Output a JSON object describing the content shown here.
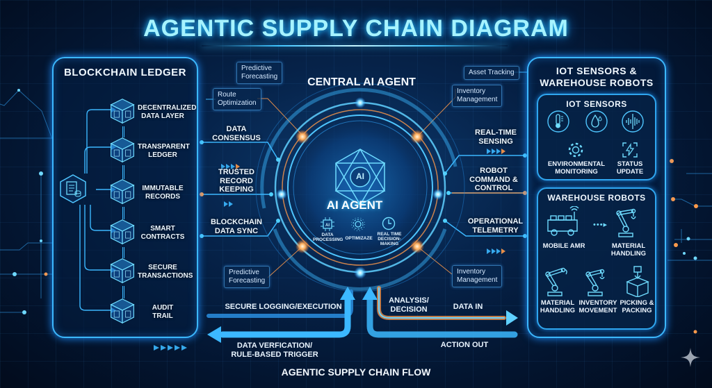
{
  "title": "AGENTIC SUPPLY CHAIN DIAGRAM",
  "colors": {
    "background": "#031530",
    "accent_cyan": "#3cb8ff",
    "accent_orange": "#ff9a4a",
    "title_glow": "#a6f3ff"
  },
  "blockchain": {
    "title": "BLOCKCHAIN LEDGER",
    "source_icon": "document-database-icon",
    "items": [
      {
        "label_1": "DECENTRALIZED",
        "label_2": "DATA LAYER",
        "icon": "cube-icon"
      },
      {
        "label_1": "TRANSPARENT",
        "label_2": "LEDGER",
        "icon": "cube-icon"
      },
      {
        "label_1": "IMMUTABLE",
        "label_2": "RECORDS",
        "icon": "cube-icon"
      },
      {
        "label_1": "SMART",
        "label_2": "CONTRACTS",
        "icon": "cube-icon"
      },
      {
        "label_1": "SECURE",
        "label_2": "TRANSACTIONS",
        "icon": "cube-icon"
      },
      {
        "label_1": "AUDIT",
        "label_2": "TRAIL",
        "icon": "cube-icon"
      }
    ]
  },
  "left_links": [
    {
      "line_1": "DATA",
      "line_2": "CONSENSUS",
      "line_3": ""
    },
    {
      "line_1": "TRUSTED",
      "line_2": "RECORD",
      "line_3": "KEEPING"
    },
    {
      "line_1": "BLOCKCHAIN",
      "line_2": "DATA SYNC",
      "line_3": ""
    }
  ],
  "right_links": [
    {
      "line_1": "REAL-TIME",
      "line_2": "SENSING",
      "line_3": ""
    },
    {
      "line_1": "ROBOT",
      "line_2": "COMMAND &",
      "line_3": "CONTROL"
    },
    {
      "line_1": "OPERATIONAL",
      "line_2": "TELEMETRY",
      "line_3": ""
    }
  ],
  "tags": {
    "predictive_top": {
      "line_1": "Predictive",
      "line_2": "Forecasting"
    },
    "route": {
      "line_1": "Route",
      "line_2": "Optimization"
    },
    "asset": {
      "line_1": "Asset Tracking",
      "line_2": ""
    },
    "inventory_top": {
      "line_1": "Inventory",
      "line_2": "Management"
    },
    "predictive_bottom": {
      "line_1": "Predictive",
      "line_2": "Forecasting"
    },
    "inventory_bottom": {
      "line_1": "Inventory",
      "line_2": "Management"
    }
  },
  "center": {
    "title": "CENTRAL AI AGENT",
    "core_icon": "ai-brain-icon",
    "core_icon_text": "AI",
    "label": "AI AGENT",
    "capabilities": [
      {
        "line_1": "DATA",
        "line_2": "PROCESSING",
        "line_3": "",
        "icon": "ai-chip-icon",
        "icon_text": "AI"
      },
      {
        "line_1": "OPTIMIZAZE",
        "line_2": "",
        "line_3": "",
        "icon": "gear-icon"
      },
      {
        "line_1": "REAL TIME",
        "line_2": "DECISION-",
        "line_3": "MAKING",
        "icon": "clock-icon"
      }
    ]
  },
  "iot": {
    "title_1": "IOT SENSORS &",
    "title_2": "WAREHOUSE ROBOTS",
    "sensors": {
      "title": "IOT SENSORS",
      "icons": [
        "thermometer-icon",
        "water-drop-icon",
        "sound-wave-icon"
      ],
      "items": [
        {
          "line_1": "ENVIRONMENTAL",
          "line_2": "MONITORING",
          "icon": "gear-icon"
        },
        {
          "line_1": "STATUS",
          "line_2": "UPDATE",
          "icon": "lightning-status-icon"
        }
      ]
    },
    "robots": {
      "title": "WAREHOUSE ROBOTS",
      "items": [
        {
          "line_1": "MOBILE AMR",
          "line_2": "",
          "icon": "mobile-robot-icon"
        },
        {
          "line_1": "MATERIAL",
          "line_2": "HANDLING",
          "icon": "robot-arm-icon"
        },
        {
          "line_1": "MATERIAL",
          "line_2": "HANDLING",
          "icon": "robot-arm-icon"
        },
        {
          "line_1": "INVENTORY",
          "line_2": "MOVEMENT",
          "icon": "robot-arm-icon"
        },
        {
          "line_1": "PICKING &",
          "line_2": "PACKING",
          "icon": "package-box-icon"
        }
      ]
    }
  },
  "flow": {
    "title": "AGENTIC SUPPLY CHAIN FLOW",
    "secure_logging": "SECURE LOGGING/EXECUTION",
    "verification_1": "DATA VERFICATION/",
    "verification_2": "RULE-BASED TRIGGER",
    "analysis_1": "ANALYSIS/",
    "analysis_2": "DECISION",
    "data_in": "DATA IN",
    "action_out": "ACTION OUT"
  }
}
